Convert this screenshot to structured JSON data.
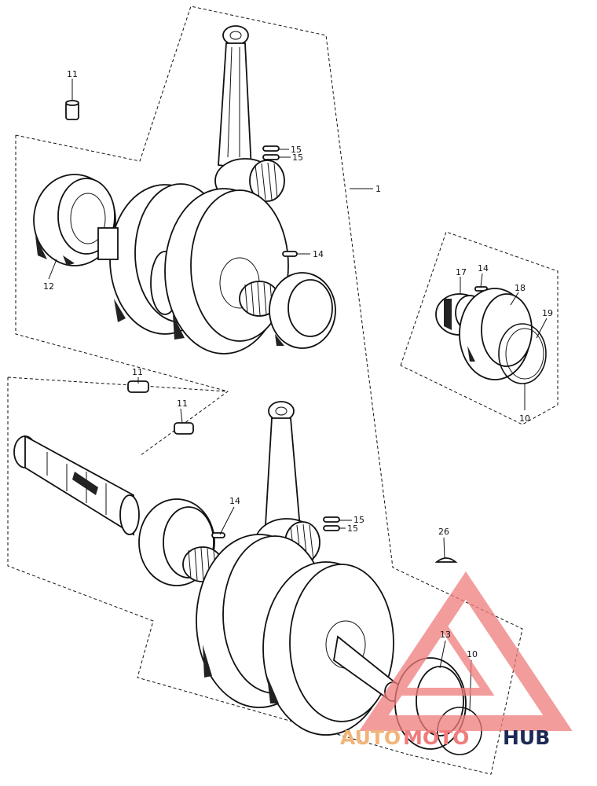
{
  "callouts": {
    "c1": "1",
    "c10a": "10",
    "c10b": "10",
    "c11a": "11",
    "c11b": "11",
    "c11c": "11",
    "c12": "12",
    "c13": "13",
    "c14a": "14",
    "c14b": "14",
    "c14c": "14",
    "c15a": "15",
    "c15b": "15",
    "c15c": "15",
    "c15d": "15",
    "c17": "17",
    "c18": "18",
    "c19": "19",
    "c26": "26"
  },
  "watermark": {
    "part1": "AUTO",
    "part2": "MOTO",
    "part3": "HUB",
    "colors": {
      "orange": "#f2b47a",
      "red": "#f07c7c",
      "navy": "#1d2a55"
    }
  }
}
